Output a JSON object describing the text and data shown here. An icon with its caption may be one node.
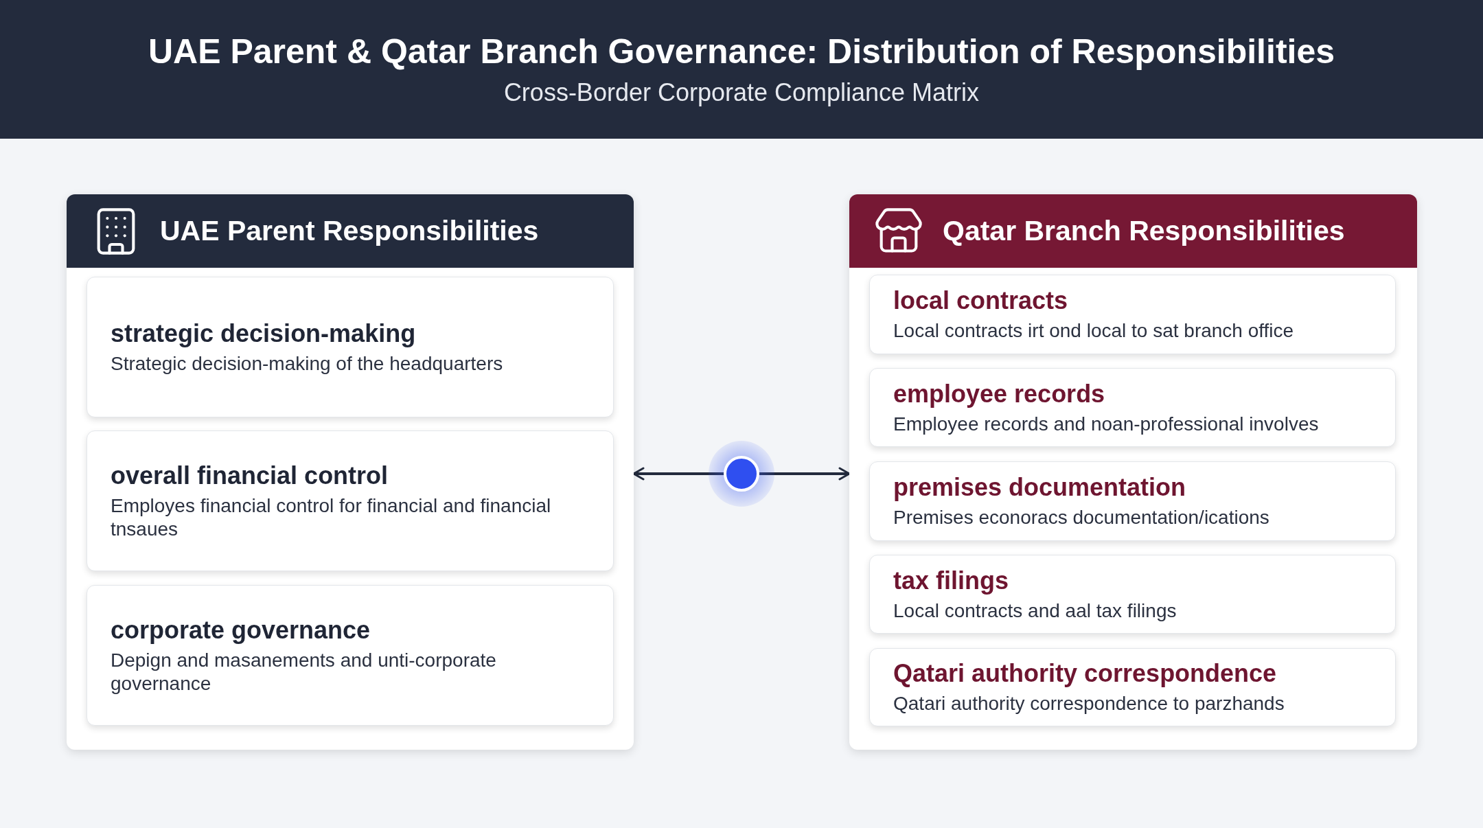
{
  "diagram": {
    "title": "UAE Parent & Qatar Branch Governance: Distribution of Responsibilities",
    "caption": "Cross-Border Corporate Compliance Matrix",
    "nodes": [
      {
        "text": [
          "UAE Parent Responsibilities"
        ]
      },
      {
        "text": [
          "strategic decision-making",
          "Strategic decision-making of the headquarters"
        ],
        "in": 0
      },
      {
        "text": [
          "overall financial control",
          "Employes financial control for financial and financial tnsaues"
        ],
        "in": 0
      },
      {
        "text": [
          "corporate governance",
          "Depign and masanements and unti-corporate governance"
        ],
        "in": 0
      },
      {
        "text": [],
        "shape": "circle"
      },
      {
        "text": [
          "Qatar Branch Responsibilities"
        ]
      },
      {
        "text": [
          "local contracts",
          "Local contracts irt ond local to sat branch office"
        ],
        "in": 5
      },
      {
        "text": [
          "employee records",
          "Employee records and noan-professional involves"
        ],
        "in": 5
      },
      {
        "text": [
          "premises documentation",
          "Premises econoracs documentation/ications"
        ],
        "in": 5
      },
      {
        "text": [
          "tax filings",
          "Local contracts and aal tax filings"
        ],
        "in": 5
      },
      {
        "text": [
          "Qatari authority correspondence",
          "Qatari authority correspondence to parzhands"
        ],
        "in": 5
      }
    ],
    "edges": [
      {
        "from": 4,
        "to": 0,
        "arrow": "to"
      },
      {
        "from": 4,
        "to": 5,
        "arrow": "to"
      }
    ]
  }
}
